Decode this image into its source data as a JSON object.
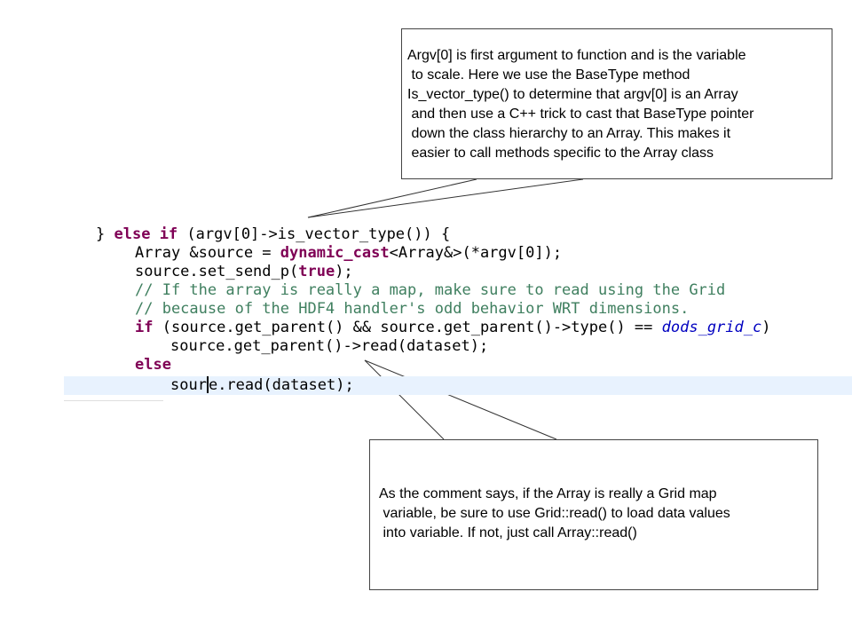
{
  "callouts": {
    "top": {
      "lines": [
        "Argv[0] is first argument to function and is the variable",
        " to scale. Here we use the BaseType method",
        "Is_vector_type() to determine that argv[0] is an Array",
        " and then use a C++ trick to cast that BaseType pointer",
        " down the class hierarchy to an Array. This makes it",
        " easier to call methods specific to the Array class"
      ]
    },
    "bottom": {
      "lines": [
        "As the comment says, if the Array is really a Grid map",
        " variable, be sure to use Grid::read() to load data values",
        " into variable. If not, just call Array::read()"
      ]
    }
  },
  "code": {
    "line1": {
      "brace": "} ",
      "kw_else": "else",
      "sp": " ",
      "kw_if": "if",
      "rest": " (argv[0]->is_vector_type()) {"
    },
    "line2": {
      "type": "Array &source = ",
      "kw": "dynamic_cast",
      "rest": "<Array&>(*argv[0]);"
    },
    "line3": {
      "pre": "source.set_send_p(",
      "kw": "true",
      "post": ");"
    },
    "line4": {
      "comment": "// If the array is really a map, make sure to read using the Grid"
    },
    "line5": {
      "comment": "// because of the HDF4 handler's odd behavior WRT dimensions."
    },
    "line6": {
      "kw": "if",
      "rest": " (source.get_parent() && source.get_parent()->type() == ",
      "enum": "dods_grid_c",
      "close": ")"
    },
    "line7": {
      "text": "source.get_parent()->read(dataset);"
    },
    "line8": {
      "kw": "else"
    },
    "line9": {
      "pre": "sour",
      "post": "e.read(dataset);"
    }
  },
  "colors": {
    "keyword": "#7f0055",
    "comment": "#3f7f5f",
    "enum_constant": "#0000c0",
    "current_line_highlight": "#e8f2fe"
  }
}
